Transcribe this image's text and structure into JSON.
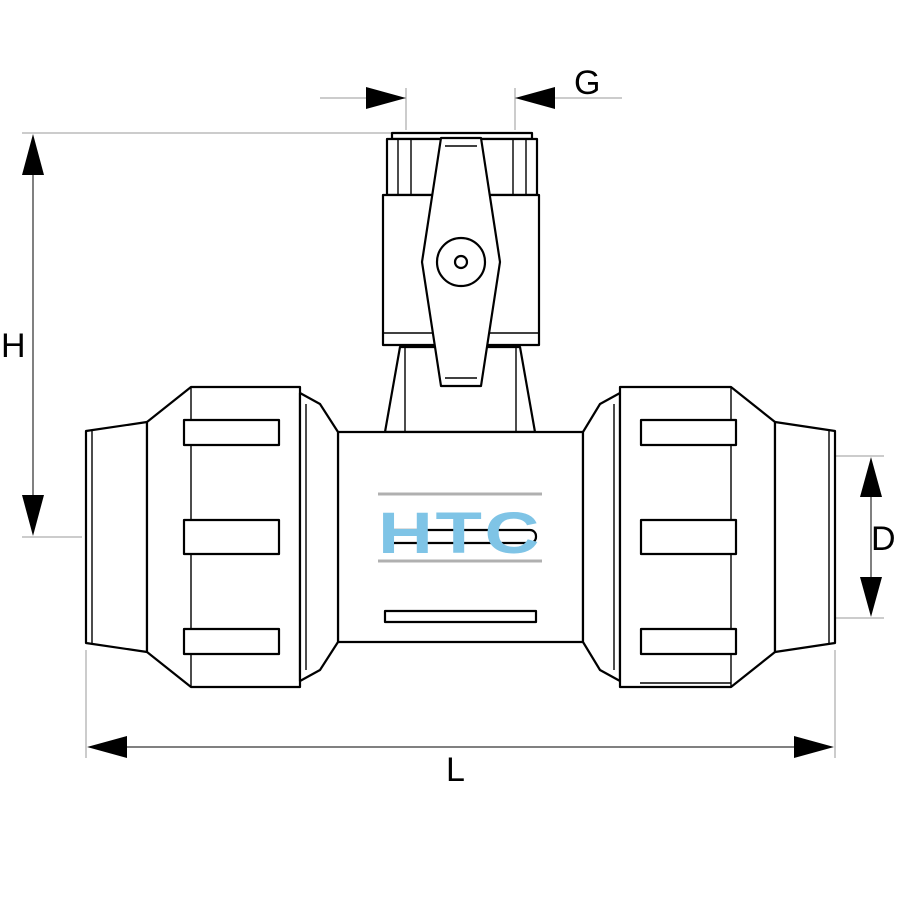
{
  "dimensions": {
    "g_label": "G",
    "h_label": "H",
    "d_label": "D",
    "l_label": "L"
  },
  "logo": {
    "text": "HTC",
    "color": "#7fc4e6"
  },
  "colors": {
    "line": "#000000",
    "extension_line": "#999999",
    "background": "#ffffff"
  }
}
